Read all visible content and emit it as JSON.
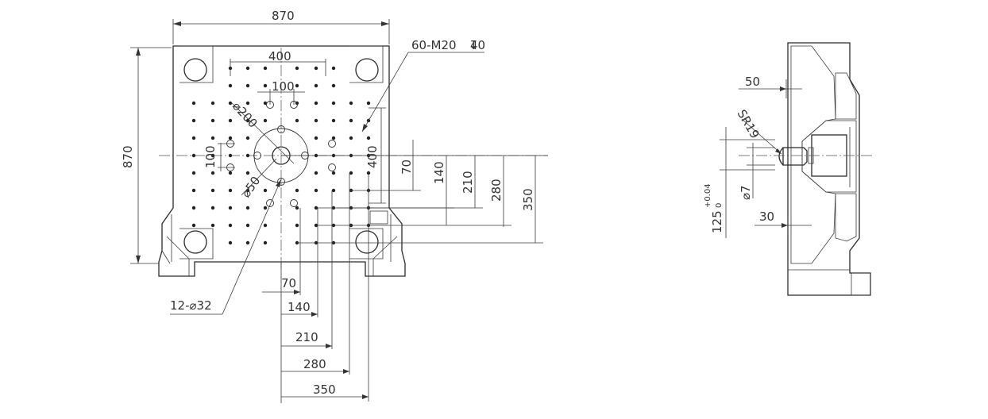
{
  "front_view": {
    "width_top": "870",
    "height_left": "870",
    "span_400_top": "400",
    "span_100_top": "100",
    "dia_200": "⌀200",
    "dia_50": "⌀50",
    "pitch_100_left": "100",
    "span_400_right": "400",
    "thread_callout": "60-M20",
    "thread_depth": "40",
    "ejector_callout": "12-⌀32",
    "v70": "70",
    "v140": "140",
    "v210": "210",
    "v280": "280",
    "v350": "350",
    "h70": "70",
    "h140": "140",
    "h210": "210",
    "h280": "280",
    "h350": "350"
  },
  "side_view": {
    "d50": "50",
    "sr19": "SR19",
    "d7": "⌀7",
    "d30": "30",
    "d125_base": "125",
    "d125_upper": "+0.04",
    "d125_lower": "0"
  }
}
